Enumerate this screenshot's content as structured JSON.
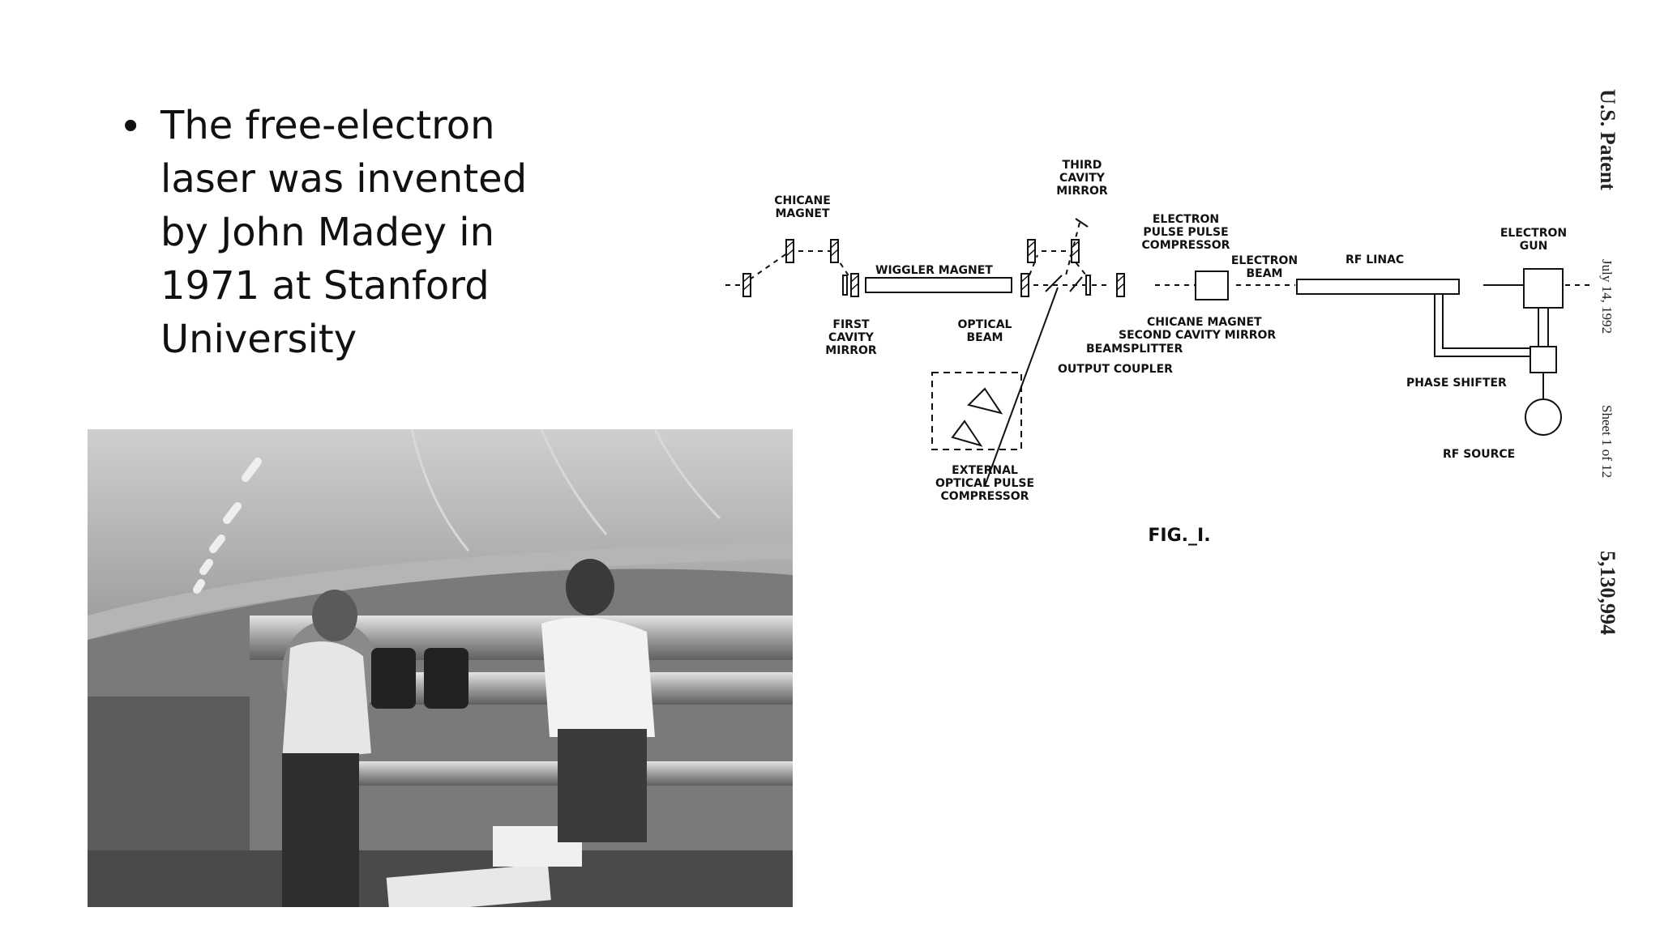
{
  "slide": {
    "bullet": "The free-electron laser was invented by John Madey in 1971 at Stanford University",
    "bullet_lines": [
      "The free-electron",
      "laser was invented",
      "by John Madey in",
      "1971 at Stanford",
      "University"
    ]
  },
  "photo": {
    "description_icon": "photo-icon"
  },
  "diagram": {
    "labels": {
      "chicane_magnet_top": [
        "CHICANE",
        "MAGNET"
      ],
      "wiggler_magnet": "WIGGLER MAGNET",
      "third_cavity_mirror": [
        "THIRD",
        "CAVITY",
        "MIRROR"
      ],
      "electron_pulse_compressor": [
        "ELECTRON",
        "PULSE PULSE",
        "COMPRESSOR"
      ],
      "electron_beam": [
        "ELECTRON",
        "BEAM"
      ],
      "rf_linac": "RF LINAC",
      "electron_gun": [
        "ELECTRON",
        "GUN"
      ],
      "first_cavity_mirror": [
        "FIRST",
        "CAVITY",
        "MIRROR"
      ],
      "optical_beam": [
        "OPTICAL",
        "BEAM"
      ],
      "chicane_magnet_bottom": "CHICANE MAGNET",
      "second_cavity_mirror": "SECOND CAVITY MIRROR",
      "beamsplitter": "BEAMSPLITTER",
      "output_coupler": "OUTPUT COUPLER",
      "phase_shifter": "PHASE SHIFTER",
      "rf_source": "RF SOURCE",
      "external_compressor": [
        "EXTERNAL",
        "OPTICAL PULSE",
        "COMPRESSOR"
      ],
      "fig": "FIG._I."
    }
  },
  "patent": {
    "title": "U.S. Patent",
    "date": "July 14, 1992",
    "sheet": "Sheet 1 of 12",
    "number": "5,130,994"
  }
}
